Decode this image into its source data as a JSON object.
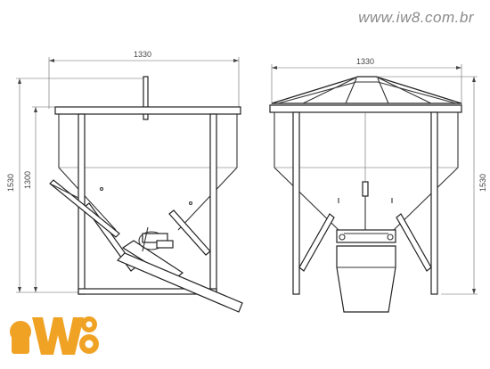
{
  "watermark": {
    "url": "www.iw8.com.br"
  },
  "side_view": {
    "width_label": "1330",
    "height_label_outer": "1530",
    "height_label_inner": "1300"
  },
  "front_view": {
    "width_label": "1330",
    "height_label": "1530"
  },
  "logo": {
    "text": "iw8"
  },
  "colors": {
    "logo_orange": "#f0a224",
    "logo_dark": "#5a3a12",
    "line": "#333333"
  }
}
